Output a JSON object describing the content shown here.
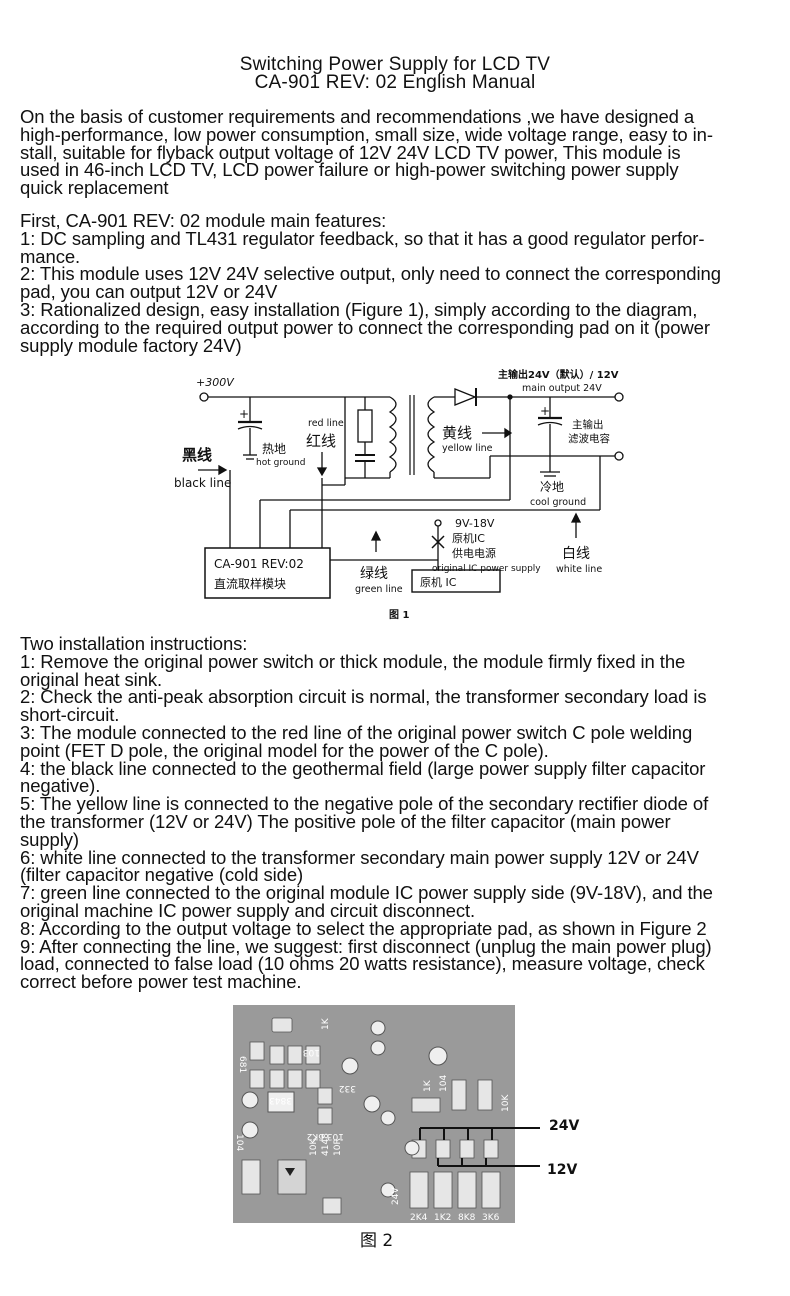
{
  "header": {
    "title_line1": "Switching Power Supply for LCD TV",
    "title_line2": "CA-901 REV: 02 English Manual"
  },
  "intro": {
    "lines": [
      "On the basis of customer requirements and recommendations ,we have  designed  a",
      "high-performance, low power consumption, small size, wide voltage range, easy to in-",
      "stall, suitable for flyback output voltage of 12V 24V LCD TV power, This module is",
      "used in 46-inch LCD TV, LCD power failure or high-power switching power supply",
      "quick replacement"
    ]
  },
  "features": {
    "lines": [
      "First, CA-901 REV: 02 module main features:",
      "1: DC sampling and TL431 regulator feedback, so that it has a good regulator perfor-",
      "mance.",
      "2: This module uses 12V 24V selective output, only need to connect the corresponding",
      "pad, you can output 12V or 24V",
      "3: Rationalized design, easy installation (Figure 1), simply according to the diagram,",
      "according to the required output power to connect the corresponding pad on it (power",
      "supply module factory 24V)"
    ]
  },
  "figure1": {
    "v300": "+300V",
    "main_output_cn": "主输出24V（默认）/ 12V",
    "main_output_en": "main output 24V",
    "red_line_en": "red line",
    "red_line_cn": "红线",
    "yellow_line_cn": "黄线",
    "yellow_line_en": "yellow line",
    "hot_ground_cn": "热地",
    "hot_ground_en": "hot ground",
    "black_line_cn": "黑线",
    "black_line_en": "black line",
    "filter_cap_cn1": "主输出",
    "filter_cap_cn2": "滤波电容",
    "cool_ground_cn": "冷地",
    "cool_ground_en": "cool ground",
    "ic_supply_voltage": "9V-18V",
    "ic_supply_cn1": "原机IC",
    "ic_supply_cn2": "供电电源",
    "ic_supply_en": "original IC power supply",
    "module_name": "CA-901 REV:02",
    "module_cn": "直流取样模块",
    "green_line_cn": "绿线",
    "green_line_en": "green line",
    "original_ic": "原机 IC",
    "white_line_cn": "白线",
    "white_line_en": "white line",
    "caption": "图 1"
  },
  "instructions": {
    "lines": [
      "Two installation instructions:",
      "1: Remove the original power switch or thick module, the module firmly fixed in the",
      "original heat sink.",
      "2: Check the anti-peak absorption circuit is normal, the transformer secondary load is",
      "short-circuit.",
      "3: The module connected to the red line of the original power switch C pole welding",
      "point (FET D pole, the original model for the power of the C pole).",
      "4: the black line connected to the geothermal field (large power supply filter capacitor",
      "negative).",
      "5: The yellow line is connected to the negative pole of the secondary rectifier diode of",
      "the transformer (12V or 24V) The positive pole of the filter capacitor (main power",
      "supply)",
      "6: white line  connected to the transformer secondary main power supply 12V or 24V",
      "(filter capacitor negative (cold side)",
      "7: green line connected to the original module IC power supply side (9V-18V), and the",
      "original machine IC power supply and circuit disconnect.",
      "8: According to the output voltage to select the appropriate pad, as shown in Figure 2",
      "9: After connecting the line, we suggest: first disconnect (unplug the main power plug)",
      "load, connected to false load (10 ohms 20 watts resistance), measure voltage, check",
      "correct before power test machine."
    ]
  },
  "figure2": {
    "label_24v": "24V",
    "label_12v": "12V",
    "caption": "图 2",
    "pcb_markings": [
      "1K",
      "103",
      "681",
      "332",
      "3843",
      "104",
      "103 6K2",
      "10K",
      "4148",
      "10R",
      "24V",
      "1K",
      "104",
      "10K",
      "2K4",
      "1K2",
      "8K8",
      "3K6"
    ]
  },
  "colors": {
    "pcb_board": "#9a9a9a",
    "pcb_pad": "#e8e8e8",
    "text": "#111111"
  }
}
